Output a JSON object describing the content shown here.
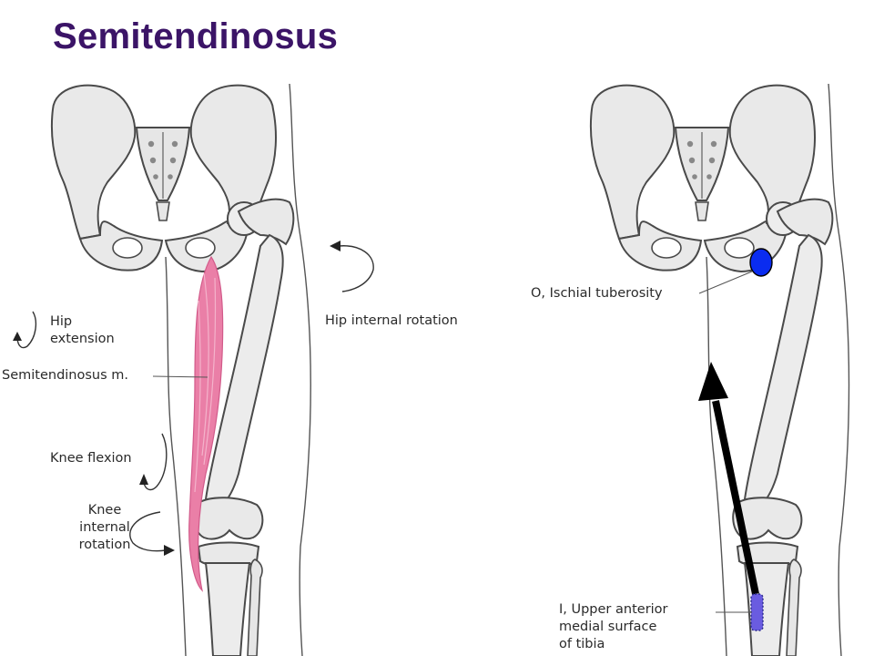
{
  "title": "Semitendinosus",
  "left_panel": {
    "labels": {
      "hip_extension": "Hip\nextension",
      "semitendinosus": "Semitendinosus m.",
      "knee_flexion": "Knee flexion",
      "knee_internal_rotation": "Knee\ninternal\nrotation",
      "hip_internal_rotation": "Hip internal rotation"
    }
  },
  "right_panel": {
    "labels": {
      "origin": "O, Ischial tuberosity",
      "insertion": "I, Upper anterior\nmedial surface\nof tibia"
    }
  },
  "colors": {
    "title": "#3b1467",
    "bone_fill": "#e9e9e9",
    "bone_stroke": "#4a4a4a",
    "muscle": "#ea7fa7",
    "origin_marker": "#0a2cf0",
    "insertion_marker": "#6a5ce0",
    "arrow": "#000000"
  }
}
